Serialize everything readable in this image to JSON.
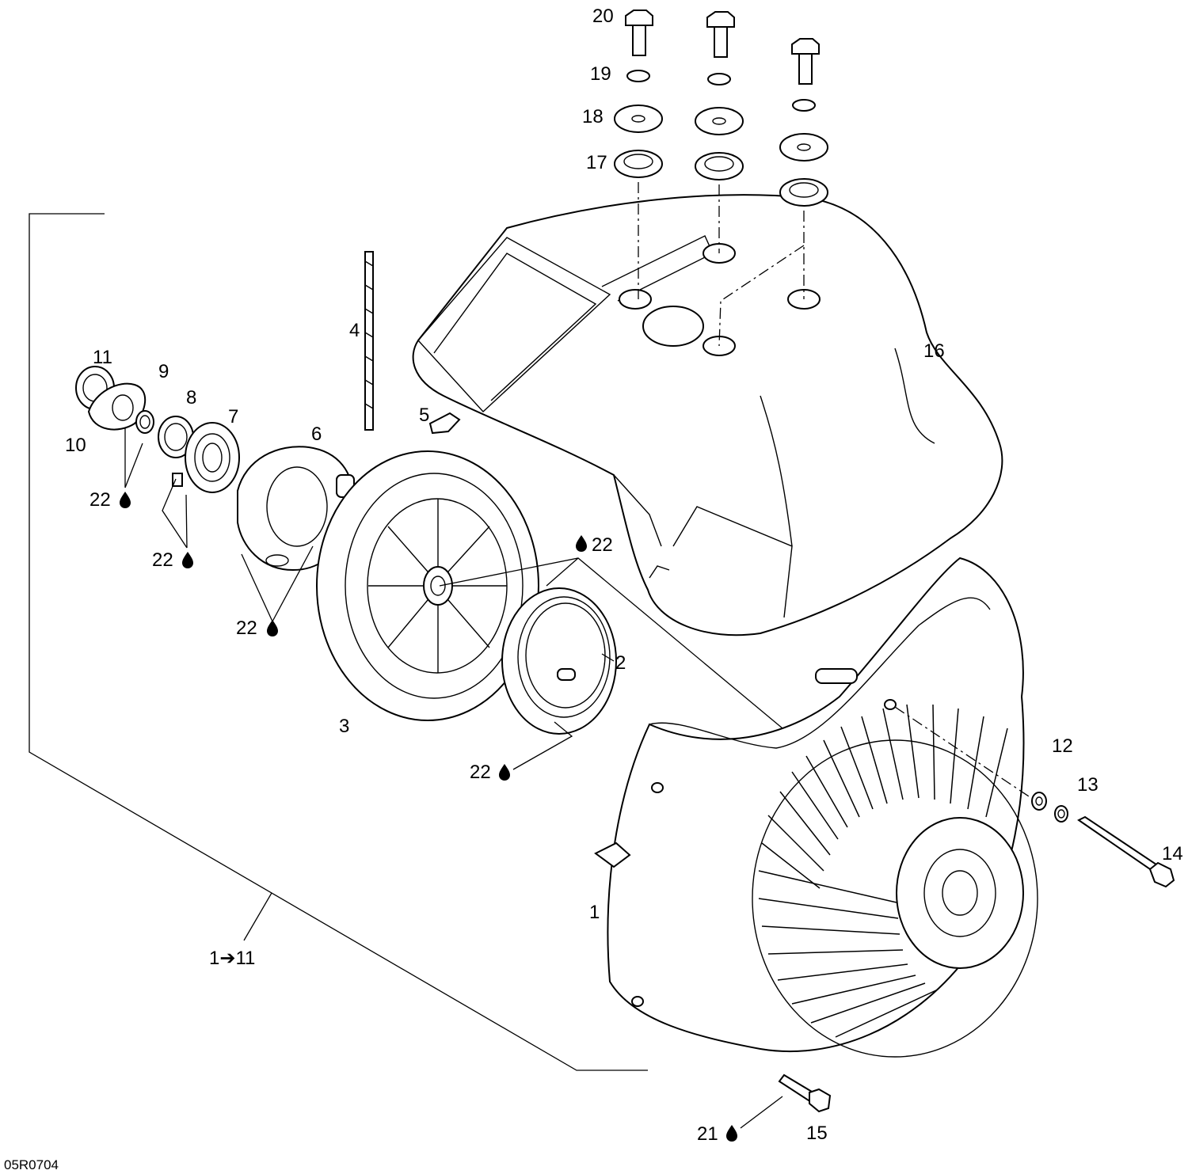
{
  "diagram": {
    "drawing_code": "05R0704",
    "group_label": "1➔11",
    "lubricant_symbol": "drop-icon",
    "callouts": [
      {
        "id": "c1",
        "text": "1"
      },
      {
        "id": "c2",
        "text": "2"
      },
      {
        "id": "c3",
        "text": "3"
      },
      {
        "id": "c4",
        "text": "4"
      },
      {
        "id": "c5",
        "text": "5"
      },
      {
        "id": "c6",
        "text": "6"
      },
      {
        "id": "c7",
        "text": "7"
      },
      {
        "id": "c8",
        "text": "8"
      },
      {
        "id": "c9",
        "text": "9"
      },
      {
        "id": "c10",
        "text": "10"
      },
      {
        "id": "c11",
        "text": "11"
      },
      {
        "id": "c12",
        "text": "12"
      },
      {
        "id": "c13",
        "text": "13"
      },
      {
        "id": "c14",
        "text": "14"
      },
      {
        "id": "c15",
        "text": "15"
      },
      {
        "id": "c16",
        "text": "16"
      },
      {
        "id": "c17",
        "text": "17"
      },
      {
        "id": "c18",
        "text": "18"
      },
      {
        "id": "c19",
        "text": "19"
      },
      {
        "id": "c20",
        "text": "20"
      },
      {
        "id": "c21",
        "text": "21"
      },
      {
        "id": "c22a",
        "text": "22"
      },
      {
        "id": "c22b",
        "text": "22"
      },
      {
        "id": "c22c",
        "text": "22"
      },
      {
        "id": "c22d",
        "text": "22"
      },
      {
        "id": "c22e",
        "text": "22"
      }
    ]
  }
}
